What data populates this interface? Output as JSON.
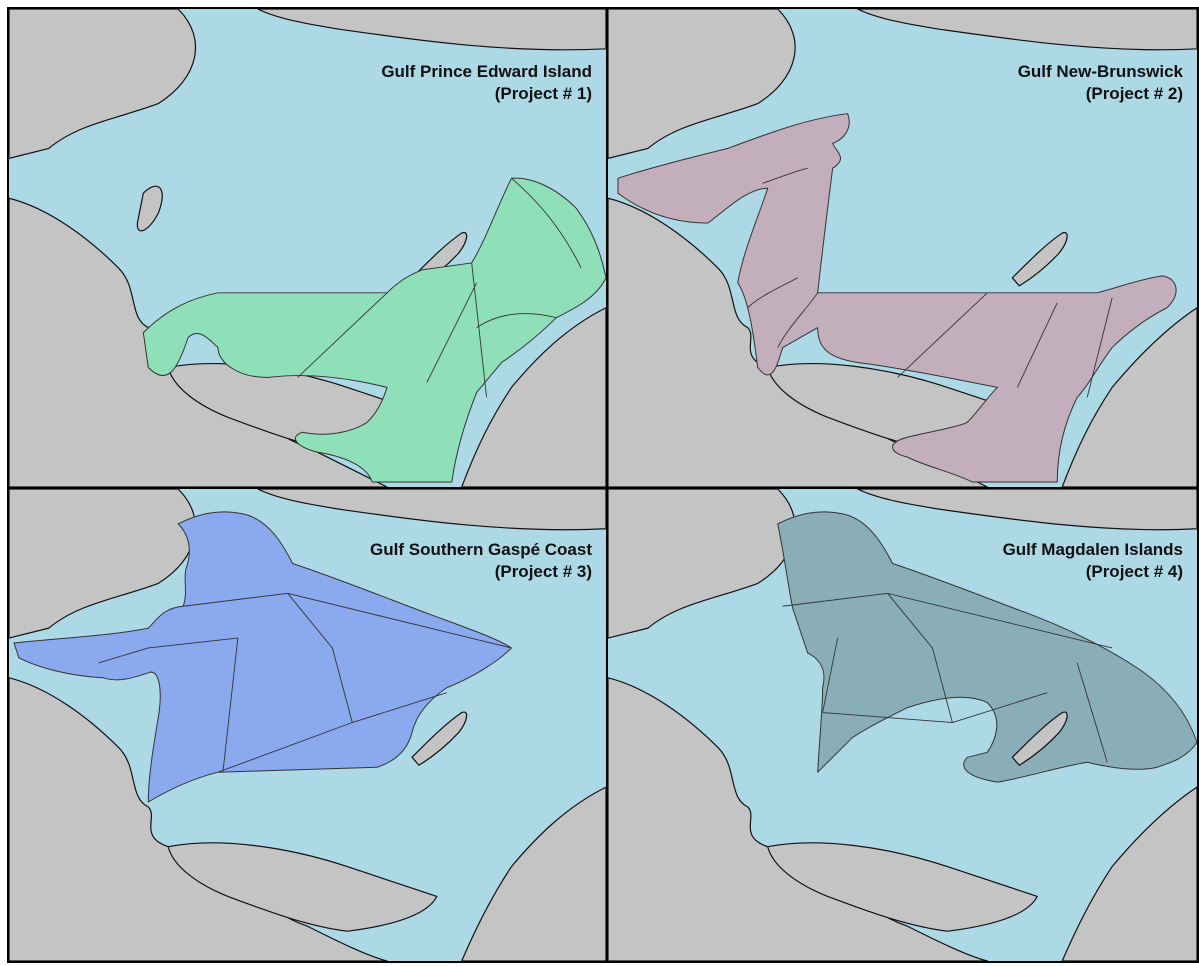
{
  "colors": {
    "water": "#add8e6",
    "land": "#c4c4c4",
    "project_1": "#8fe0b8",
    "project_2": "#c3aebb",
    "project_3": "#8aa9ee",
    "project_4": "#8aaeb7"
  },
  "panels": [
    {
      "title": "Gulf Prince Edward Island",
      "subtitle": "(Project # 1)"
    },
    {
      "title": "Gulf New-Brunswick",
      "subtitle": "(Project # 2)"
    },
    {
      "title": "Gulf Southern Gaspé Coast",
      "subtitle": "(Project # 3)"
    },
    {
      "title": "Gulf Magdalen Islands",
      "subtitle": "(Project # 4)"
    }
  ]
}
